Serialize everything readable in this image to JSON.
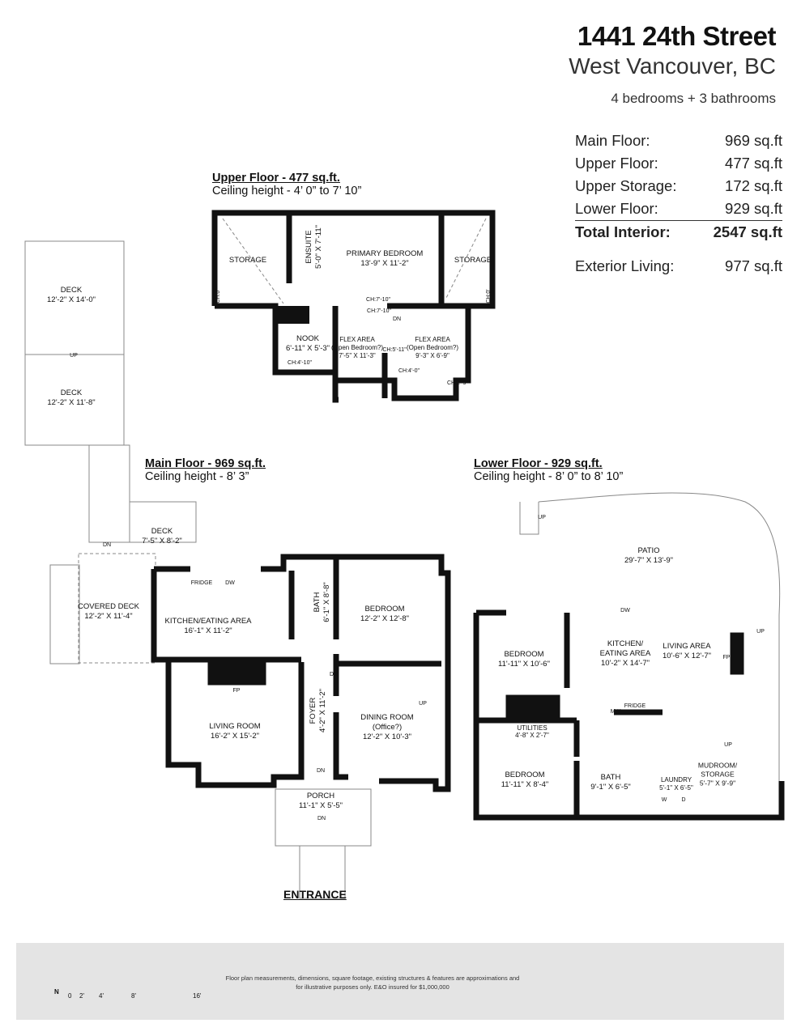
{
  "header": {
    "address": "1441 24th Street",
    "city": "West Vancouver, BC",
    "summary": "4 bedrooms + 3 bathrooms"
  },
  "areas": {
    "rows": [
      {
        "label": "Main Floor:",
        "value": "969 sq.ft"
      },
      {
        "label": "Upper Floor:",
        "value": "477 sq.ft"
      },
      {
        "label": "Upper Storage:",
        "value": "172 sq.ft"
      },
      {
        "label": "Lower Floor:",
        "value": "929 sq.ft"
      }
    ],
    "total": {
      "label": "Total Interior:",
      "value": "2547 sq.ft"
    },
    "exterior": {
      "label": "Exterior Living:",
      "value": "977 sq.ft"
    }
  },
  "upper": {
    "title": "Upper Floor - 477 sq.ft.",
    "ceiling": "Ceiling height - 4’ 0” to 7’ 10”",
    "rooms": [
      {
        "name": "STORAGE",
        "dims": ""
      },
      {
        "name": "ENSUITE",
        "dims": "5'-0\" X 7'-11\""
      },
      {
        "name": "PRIMARY BEDROOM",
        "dims": "13'-9\" X 11'-2\""
      },
      {
        "name": "STORAGE",
        "dims": ""
      },
      {
        "name": "NOOK",
        "dims": "6'-11\" X 5'-3\""
      },
      {
        "name": "FLEX AREA",
        "sub": "(Open Bedroom?)",
        "dims": "7'-5\" X 11'-3\""
      },
      {
        "name": "FLEX AREA",
        "sub": "(Open Bedroom?)",
        "dims": "9'-3\" X 6'-9\""
      }
    ],
    "ch": [
      "CH:0'",
      "CH:7'-10\"",
      "CH:7'-10\"",
      "CH:4'-10\"",
      "CH:4'-0\"",
      "CH:2'-9\"",
      "CH:5'-11\"",
      "CH:0'"
    ],
    "dn": "DN"
  },
  "decks": [
    {
      "name": "DECK",
      "dims": "12'-2\" X 14'-0\""
    },
    {
      "name": "DECK",
      "dims": "12'-2\" X 11'-8\""
    }
  ],
  "up_label": "UP",
  "main": {
    "title": "Main Floor - 969 sq.ft.",
    "ceiling": "Ceiling height - 8’ 3”",
    "rooms": [
      {
        "name": "DECK",
        "dims": "7'-5\" X 8'-2\""
      },
      {
        "name": "COVERED DECK",
        "dims": "12'-2\" X 11'-4\""
      },
      {
        "name": "KITCHEN/EATING AREA",
        "dims": "16'-1\" X 11'-2\""
      },
      {
        "name": "BATH",
        "dims": "6'-1\" X 8'-8\""
      },
      {
        "name": "BEDROOM",
        "dims": "12'-2\" X 12'-8\""
      },
      {
        "name": "LIVING ROOM",
        "dims": "16'-2\" X 15'-2\""
      },
      {
        "name": "FOYER",
        "dims": "4'-2\" X 11'-2\""
      },
      {
        "name": "DINING ROOM",
        "sub": "(Office?)",
        "dims": "12'-2\" X 10'-3\""
      },
      {
        "name": "PORCH",
        "dims": "11'-1\" X 5'-5\""
      }
    ],
    "fixtures": {
      "fridge": "FRIDGE",
      "dw": "DW",
      "fp": "FP",
      "dn": "DN",
      "up": "UP"
    },
    "entrance": "ENTRANCE"
  },
  "lower": {
    "title": "Lower Floor - 929 sq.ft.",
    "ceiling": "Ceiling height - 8’ 0” to 8’ 10”",
    "rooms": [
      {
        "name": "PATIO",
        "dims": "29'-7\" X 13'-9\""
      },
      {
        "name": "BEDROOM",
        "dims": "11'-11\" X 10'-6\""
      },
      {
        "name": "KITCHEN/",
        "sub": "EATING AREA",
        "dims": "10'-2\" X 14'-7\""
      },
      {
        "name": "LIVING AREA",
        "dims": "10'-6\" X 12'-7\""
      },
      {
        "name": "UTILITIES",
        "dims": "4'-8\" X 2'-7\""
      },
      {
        "name": "BEDROOM",
        "dims": "11'-11\" X 8'-4\""
      },
      {
        "name": "BATH",
        "dims": "9'-1\" X 6'-5\""
      },
      {
        "name": "LAUNDRY",
        "dims": "5'-1\" X 6'-5\""
      },
      {
        "name": "MUDROOM/",
        "sub": "STORAGE",
        "dims": "5'-7\" X 9'-9\""
      }
    ],
    "fixtures": {
      "dw": "DW",
      "fp": "FP",
      "fridge": "FRIDGE",
      "mw": "MW",
      "w": "W",
      "d": "D",
      "up": "UP"
    }
  },
  "footer": {
    "disclaimer_1": "Floor plan measurements, dimensions, square footage, existing structures & features are approximations and",
    "disclaimer_2": "for illustrative purposes only.  E&O insured for $1,000,000",
    "compass": "N",
    "scale": [
      "0",
      "2'",
      "4'",
      "8'",
      "16'"
    ]
  }
}
